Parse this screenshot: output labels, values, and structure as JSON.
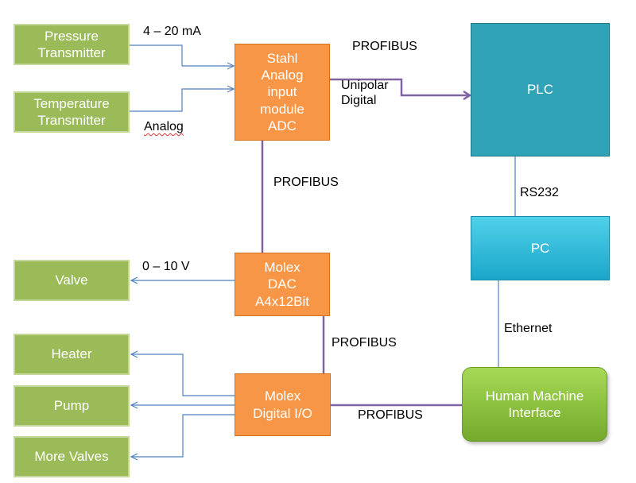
{
  "nodes": {
    "pressure_transmitter": "Pressure\nTransmitter",
    "temperature_transmitter": "Temperature\nTransmitter",
    "valve": "Valve",
    "heater": "Heater",
    "pump": "Pump",
    "more_valves": "More Valves",
    "stahl_adc": "Stahl\nAnalog\ninput\nmodule\nADC",
    "molex_dac": "Molex\nDAC\nA4x12Bit",
    "molex_digital_io": "Molex\nDigital I/O",
    "plc": "PLC",
    "pc": "PC",
    "hmi": "Human Machine\nInterface"
  },
  "labels": {
    "current_4_20ma": "4 – 20 mA",
    "analog": "Analog",
    "profibus_top": "PROFIBUS",
    "unipolar_digital": "Unipolar\nDigital",
    "profibus_middle": "PROFIBUS",
    "voltage_0_10v": "0 – 10 V",
    "profibus_lower": "PROFIBUS",
    "profibus_bottom": "PROFIBUS",
    "rs232": "RS232",
    "ethernet": "Ethernet"
  },
  "colors": {
    "field_device": "#9bbb59",
    "io_module": "#f79646",
    "plc": "#31a3b8",
    "pc": "#2bb7d9",
    "hmi": "#8cc63f",
    "signal_line": "#4f81bd",
    "bus_line": "#8064a2"
  }
}
